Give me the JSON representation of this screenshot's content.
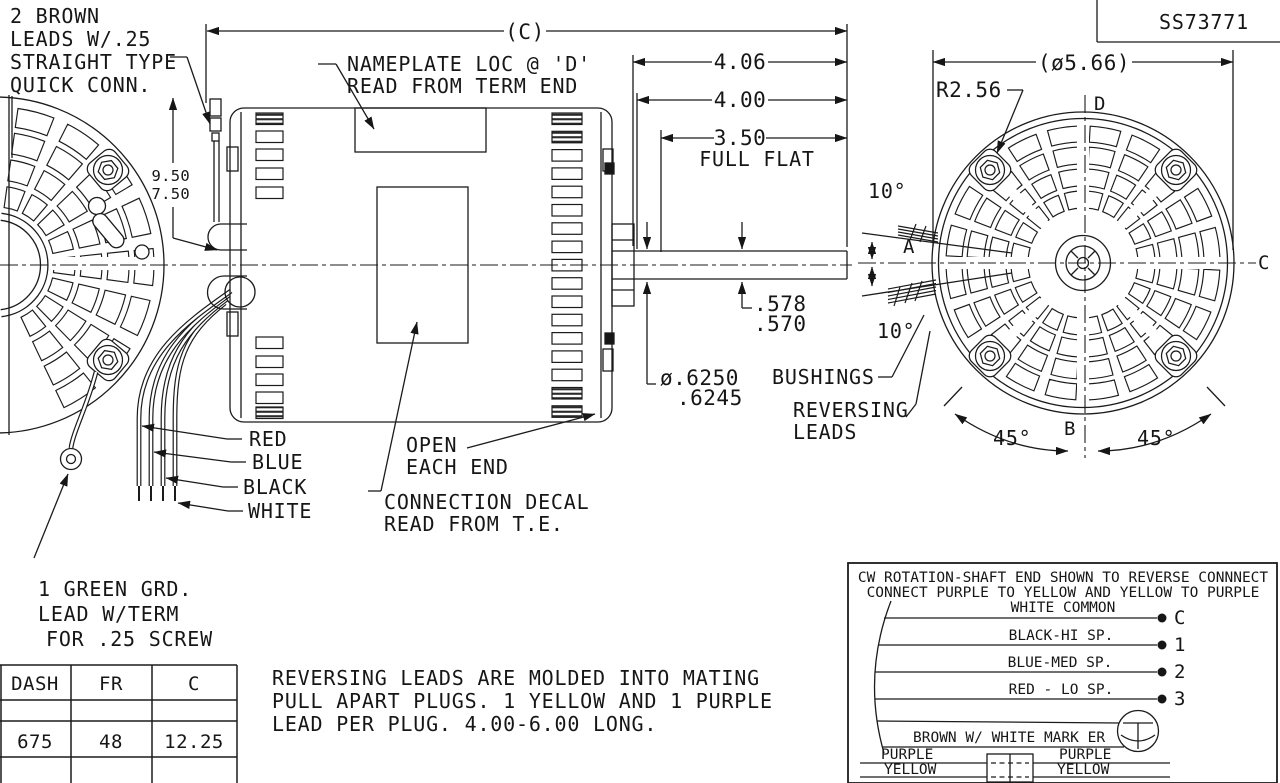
{
  "sheet": {
    "number": "SS73771"
  },
  "annotations": {
    "brown_leads": {
      "lines": [
        "2 BROWN",
        "LEADS W/.25",
        "STRAIGHT TYPE",
        "QUICK CONN."
      ]
    },
    "nameplate": {
      "lines": [
        "NAMEPLATE LOC @ 'D'",
        "READ FROM TERM END"
      ]
    },
    "open_end": {
      "lines": [
        "OPEN",
        "EACH END"
      ]
    },
    "decal": {
      "lines": [
        "CONNECTION DECAL",
        "READ FROM T.E."
      ]
    },
    "green_ground": {
      "lines": [
        "1 GREEN GRD.",
        "LEAD W/TERM",
        "FOR .25 SCREW"
      ]
    },
    "bushings": "BUSHINGS",
    "reversing": {
      "lines": [
        "REVERSING",
        "LEADS"
      ]
    },
    "note": {
      "lines": [
        "REVERSING LEADS ARE MOLDED INTO MATING",
        "PULL APART PLUGS. 1 YELLOW AND 1 PURPLE",
        "LEAD PER PLUG. 4.00-6.00 LONG."
      ]
    }
  },
  "wire_labels": [
    "RED",
    "BLUE",
    "BLACK",
    "WHITE"
  ],
  "dims": {
    "overall": "(C)",
    "shaft_ext": "4.06",
    "shaft_len": "4.00",
    "flat_len": "3.50",
    "flat_note": "FULL FLAT",
    "lead_len": {
      "max": "9.50",
      "min": "7.50"
    },
    "flat_height": {
      "max": ".578",
      "min": ".570"
    },
    "shaft_dia": {
      "max": "ø.6250",
      "min": ".6245"
    },
    "bolt_radius": "R2.56",
    "end_dia": "(ø5.66)",
    "angle_top": "10°",
    "angle_bottom": "10°",
    "angle_bl": "45°",
    "angle_br": "45°"
  },
  "orientation": {
    "top": "D",
    "right": "C",
    "bottom": "B",
    "left": "A"
  },
  "spec_table": {
    "headers": [
      "DASH",
      "FR",
      "C"
    ],
    "row": [
      "675",
      "48",
      "12.25"
    ]
  },
  "wiring": {
    "title_lines": [
      "CW ROTATION-SHAFT END SHOWN TO REVERSE CONNNECT",
      "CONNECT PURPLE TO YELLOW AND YELLOW TO PURPLE"
    ],
    "rows": [
      {
        "label": "WHITE COMMON",
        "terminal": "C"
      },
      {
        "label": "BLACK-HI SP.",
        "terminal": "1"
      },
      {
        "label": "BLUE-MED SP.",
        "terminal": "2"
      },
      {
        "label": "RED - LO SP.",
        "terminal": "3"
      }
    ],
    "protector_line": "BROWN W/ WHITE MARK ER",
    "plug": {
      "left": [
        "PURPLE",
        "YELLOW"
      ],
      "right": [
        "PURPLE",
        "YELLOW"
      ]
    }
  }
}
